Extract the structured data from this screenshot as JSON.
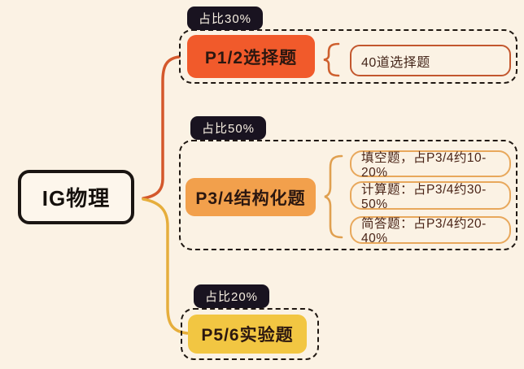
{
  "title": "IG物理考试结构思维导图",
  "root": {
    "label": "IG物理"
  },
  "branches": [
    {
      "badge": "占比30%",
      "label": "P1/2选择题",
      "node_color": "#F15A2B",
      "details": [
        "40道选择题"
      ]
    },
    {
      "badge": "占比50%",
      "label": "P3/4结构化题",
      "node_color": "#F2A04C",
      "details": [
        "填空题，占P3/4约10-20%",
        "计算题：占P3/4约30-50%",
        "简答题：占P3/4约20-40%"
      ]
    },
    {
      "badge": "占比20%",
      "label": "P5/6实验题",
      "node_color": "#F2C642",
      "details": []
    }
  ],
  "colors": {
    "background": "#FBF2E4",
    "badge_bg": "#191320",
    "badge_text": "#F7EFE2",
    "outline_dark": "#201812",
    "connector_top": "#D4582C",
    "connector_bottom": "#E6AE3C",
    "detail_border_strong": "#C3572E",
    "detail_border_soft": "#E8A85C",
    "brace_1": "#CE5F2E",
    "brace_2": "#E0A050"
  }
}
